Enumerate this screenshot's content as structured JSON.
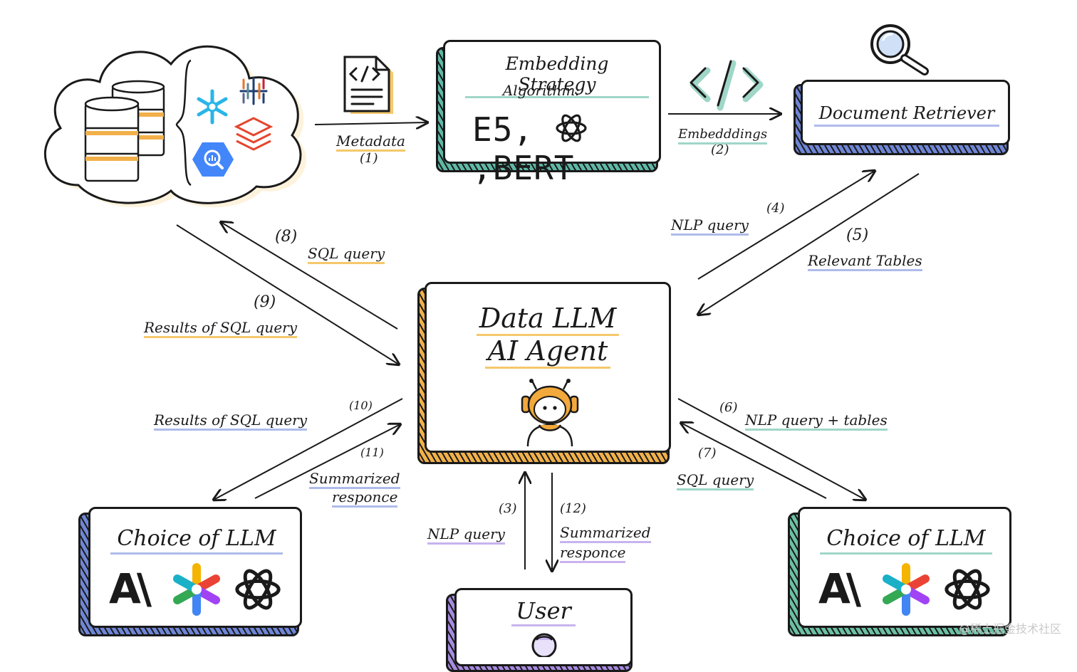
{
  "nodes": {
    "embedding": {
      "title": "Embedding Strategy",
      "subtitle": "Algorithm:",
      "models": "E5, ,BERT"
    },
    "retriever": {
      "title": "Document Retriever"
    },
    "agent": {
      "title_line1": "Data LLM",
      "title_line2": "AI Agent"
    },
    "llm_left": {
      "title": "Choice of LLM",
      "logo_text": "A\\"
    },
    "llm_right": {
      "title": "Choice of LLM",
      "logo_text": "A\\"
    },
    "user": {
      "title": "User"
    }
  },
  "edges": [
    {
      "id": "e1",
      "label": "Metadata",
      "step": "(1)"
    },
    {
      "id": "e2",
      "label": "Embedddings",
      "step": "(2)"
    },
    {
      "id": "e3",
      "label": "NLP query",
      "step": "(3)"
    },
    {
      "id": "e4",
      "label": "NLP query",
      "step": "(4)"
    },
    {
      "id": "e5",
      "label": "Relevant Tables",
      "step": "(5)"
    },
    {
      "id": "e6",
      "label": "NLP query + tables",
      "step": "(6)"
    },
    {
      "id": "e7",
      "label": "SQL query",
      "step": "(7)"
    },
    {
      "id": "e8",
      "label": "SQL query",
      "step": "(8)"
    },
    {
      "id": "e9",
      "label": "Results of SQL query",
      "step": "(9)"
    },
    {
      "id": "e10",
      "label": "Results of SQL query",
      "step": "(10)"
    },
    {
      "id": "e11",
      "label_line1": "Summarized",
      "label_line2": "responce",
      "step": "(11)"
    },
    {
      "id": "e12",
      "label_line1": "Summarized",
      "label_line2": "responce",
      "step": "(12)"
    }
  ],
  "icons": [
    "database-cloud-icon",
    "snowflake-icon",
    "bigquery-icon",
    "databricks-icon",
    "tableau-icon",
    "code-document-icon",
    "openai-icon",
    "code-brackets-icon",
    "magnifier-icon",
    "robot-icon",
    "gemini-icon",
    "anthropic-icon",
    "user-icon"
  ],
  "colors": {
    "teal": "#5fb8a6",
    "blue": "#6f86d6",
    "orange": "#f0b04a",
    "purple": "#a78be0",
    "snowflake": "#29b5e8",
    "bigquery": "#4386fa",
    "databricks": "#e5452f",
    "robot": "#f2a93b"
  },
  "watermark": "@稀土掘金技术社区"
}
